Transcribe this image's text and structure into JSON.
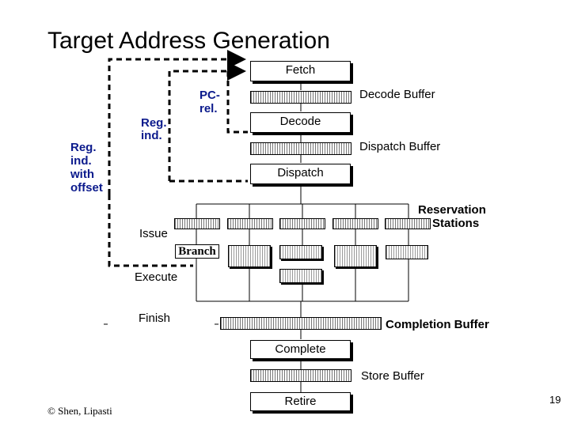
{
  "title": "Target Address Generation",
  "stages": {
    "fetch": "Fetch",
    "decode": "Decode",
    "dispatch": "Dispatch",
    "complete": "Complete",
    "retire": "Retire",
    "branch": "Branch"
  },
  "buffers": {
    "decode_buffer": "Decode Buffer",
    "dispatch_buffer": "Dispatch Buffer",
    "reservation_line1": "Reservation",
    "reservation_line2": "Stations",
    "completion_buffer": "Completion Buffer",
    "store_buffer": "Store Buffer"
  },
  "phases": {
    "issue": "Issue",
    "execute": "Execute",
    "finish": "Finish"
  },
  "modes": {
    "pc_rel_line1": "PC-",
    "pc_rel_line2": "rel.",
    "reg_ind_line1": "Reg.",
    "reg_ind_line2": "ind.",
    "reg_off_line1": "Reg.",
    "reg_off_line2": "ind.",
    "reg_off_line3": "with",
    "reg_off_line4": "offset"
  },
  "colors": {
    "accent": "#0b1a8c"
  },
  "footer": {
    "copyright": "© Shen, Lipasti",
    "page_number": "19"
  }
}
